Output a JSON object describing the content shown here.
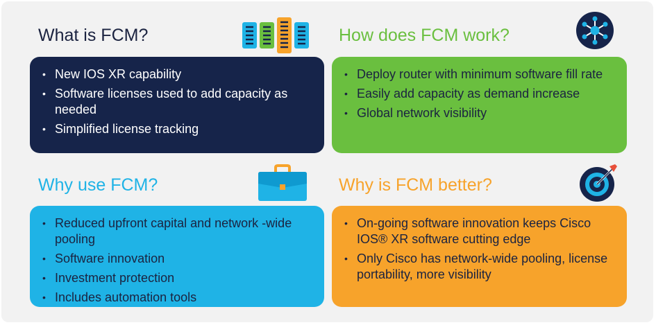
{
  "panels": {
    "what": {
      "title": "What is FCM?",
      "icon": "server-rack-icon",
      "color": "#16244a",
      "bullets": [
        "New IOS XR capability",
        "Software licenses used to add capacity as needed",
        "Simplified license tracking"
      ]
    },
    "how": {
      "title": "How does FCM work?",
      "icon": "network-hub-icon",
      "color": "#6abf3f",
      "bullets": [
        "Deploy router with minimum software fill rate",
        "Easily add capacity as demand increase",
        "Global network visibility"
      ]
    },
    "why_use": {
      "title": "Why use FCM?",
      "icon": "briefcase-icon",
      "color": "#1fb3e6",
      "bullets": [
        "Reduced upfront capital and network -wide pooling",
        "Software innovation",
        "Investment protection",
        "Includes automation tools"
      ]
    },
    "why_better": {
      "title": "Why is FCM better?",
      "icon": "target-icon",
      "color": "#f7a32b",
      "bullets": [
        "On-going software innovation keeps Cisco IOS® XR software cutting edge",
        "Only Cisco has network-wide pooling, license portability, more visibility"
      ]
    }
  }
}
